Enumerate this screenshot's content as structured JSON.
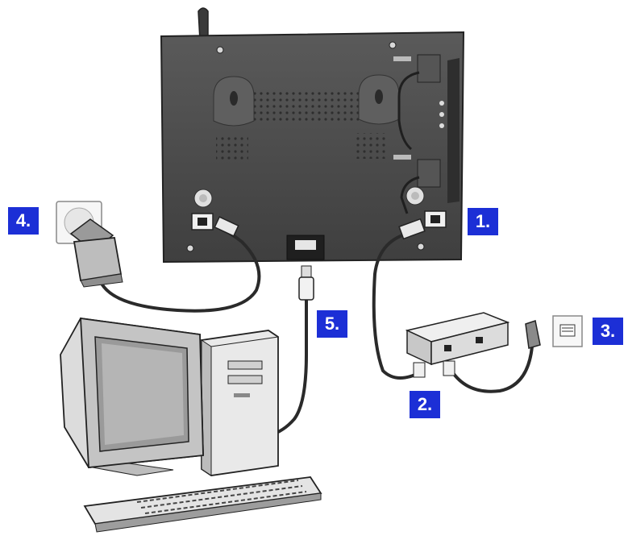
{
  "steps": {
    "one": "1.",
    "two": "2.",
    "three": "3.",
    "four": "4.",
    "five": "5."
  },
  "colors": {
    "step_badge": "#1c2fd6",
    "device_body": "#4b4b4b",
    "cable": "#2a2a2a"
  },
  "icons": {
    "device": "digital-picture-frame-back",
    "adapter": "power-adapter",
    "wall_socket": "electrical-outlet",
    "splitter": "dsl-splitter",
    "phone_jack": "telephone-wall-jack",
    "computer": "desktop-computer",
    "usb": "usb-plug"
  }
}
